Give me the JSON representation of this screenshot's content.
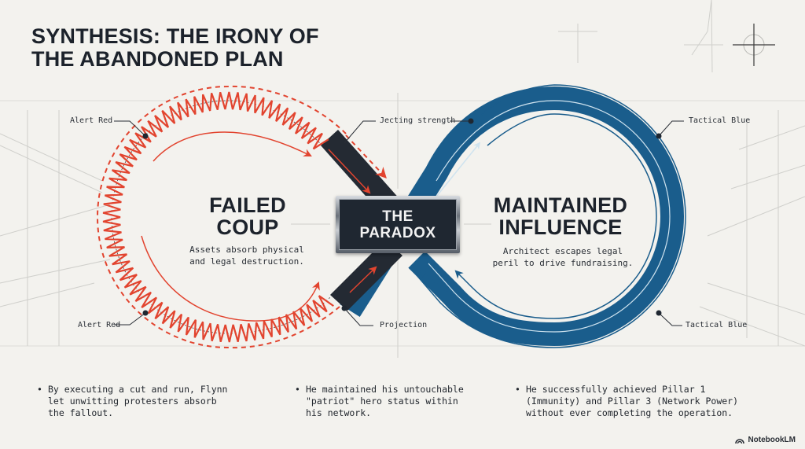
{
  "title": {
    "line1": "SYNTHESIS: THE IRONY OF",
    "line2": "THE ABANDONED PLAN"
  },
  "callouts": {
    "top_left": "Alert Red",
    "bottom_left": "Alert Red",
    "top_center": "Jecting strength",
    "bottom_center": "Projection",
    "top_right": "Tactical Blue",
    "bottom_right": "Tactical Blue"
  },
  "left_loop": {
    "heading_line1": "FAILED",
    "heading_line2": "COUP",
    "desc_line1": "Assets absorb physical",
    "desc_line2": "and legal destruction."
  },
  "center": {
    "line1": "THE",
    "line2": "PARADOX"
  },
  "right_loop": {
    "heading_line1": "MAINTAINED",
    "heading_line2": "INFLUENCE",
    "desc_line1": "Architect escapes legal",
    "desc_line2": "peril to drive fundraising."
  },
  "bullets": [
    {
      "line1": "By executing a cut and run, Flynn",
      "line2": "let unwitting protesters absorb",
      "line3": "the fallout."
    },
    {
      "line1": "He maintained his untouchable",
      "line2": "\"patriot\" hero status within",
      "line3": "his network."
    },
    {
      "line1": "He successfully achieved Pillar 1",
      "line2": "(Immunity) and Pillar 3 (Network Power)",
      "line3": "without ever completing the operation."
    }
  ],
  "brand": {
    "label": "NotebookLM",
    "icon": "notebooklm-logo-icon"
  },
  "colors": {
    "alert_red": "#e2442f",
    "tactical_blue": "#1a5d8c",
    "dark": "#1f2731",
    "background": "#f3f2ee"
  }
}
